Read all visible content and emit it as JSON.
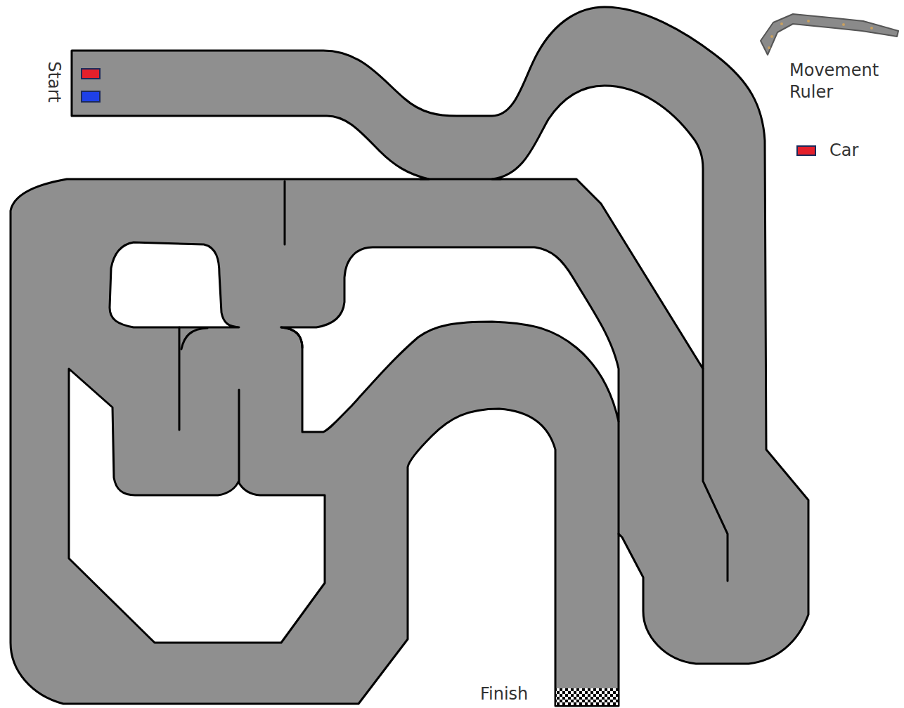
{
  "diagram": {
    "labels": [
      "Start",
      "Finish"
    ],
    "legend": [
      {
        "text": "Movement Ruler"
      },
      {
        "text": "Car",
        "color": "#e4202c"
      }
    ]
  }
}
